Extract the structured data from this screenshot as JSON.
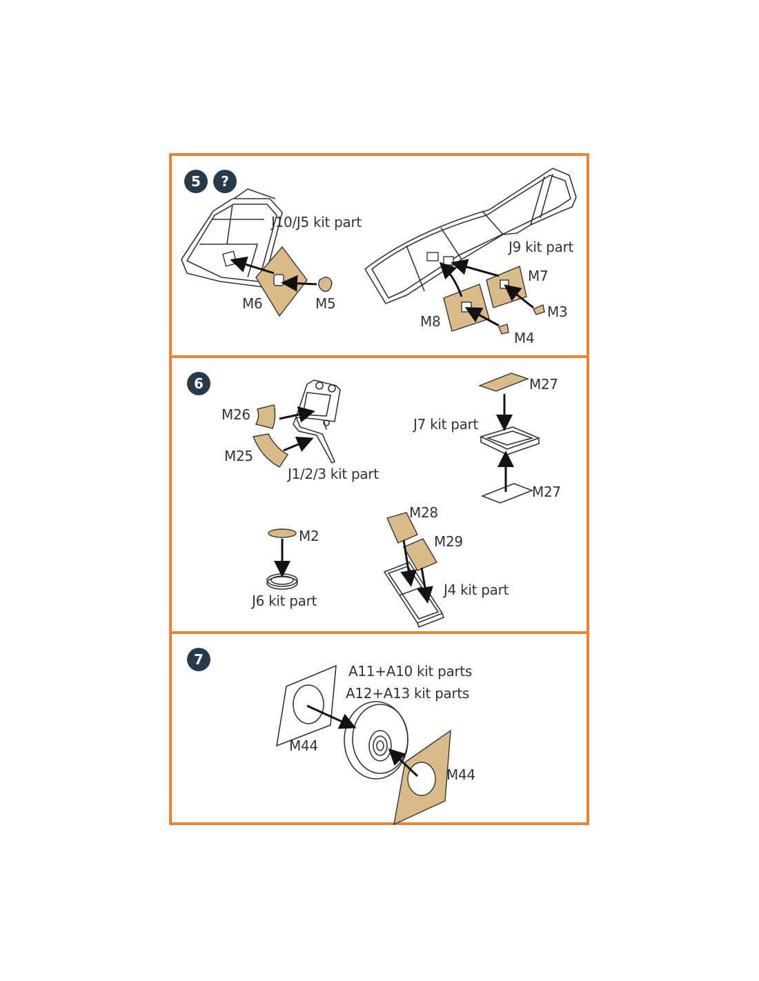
{
  "steps": {
    "s5": {
      "number": "5",
      "extra": "?"
    },
    "s6": {
      "number": "6"
    },
    "s7": {
      "number": "7"
    }
  },
  "labels": {
    "j10j5": "J10/J5 kit part",
    "j9": "J9 kit part",
    "m6": "M6",
    "m5": "M5",
    "m7": "M7",
    "m3": "M3",
    "m8": "M8",
    "m4": "M4",
    "m26": "M26",
    "m25": "M25",
    "j123": "J1/2/3 kit part",
    "m27a": "M27",
    "j7": "J7 kit part",
    "m27b": "M27",
    "m2": "M2",
    "j6": "J6 kit part",
    "m28": "M28",
    "m29": "M29",
    "j4": "J4 kit part",
    "a11a10": "A11+A10 kit parts",
    "a12a13": "A12+A13 kit parts",
    "m44a": "M44",
    "m44b": "M44"
  },
  "colors": {
    "frame": "#e8833a",
    "part": "#d9bb8a",
    "badge": "#263a4a"
  }
}
